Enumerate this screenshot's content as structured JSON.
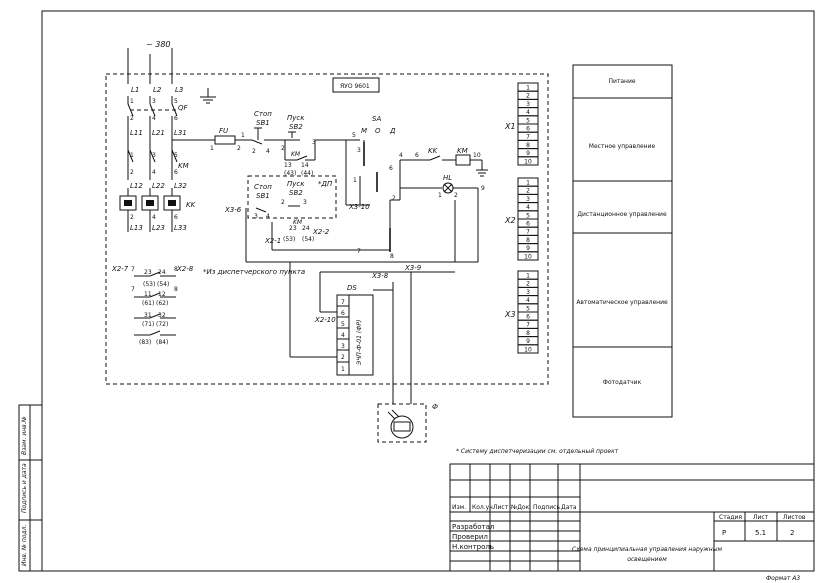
{
  "supply": "~ 380",
  "phases": {
    "l1": "L1",
    "l2": "L2",
    "l3": "L3",
    "l11": "L11",
    "l21": "L21",
    "l31": "L31",
    "l12": "L12",
    "l22": "L22",
    "l32": "L32",
    "l13": "L13",
    "l23": "L23",
    "l33": "L33"
  },
  "labels": {
    "qf": "QF",
    "km": "KM",
    "kk": "KK",
    "fu": "FU",
    "sa": "SA",
    "stop": "Стоп",
    "start": "Пуск",
    "sb1": "SB1",
    "sb2": "SB2",
    "dp": "*ДП",
    "ds": "DS",
    "hl": "HL",
    "phi": "Ф",
    "mode_m": "М",
    "mode_o": "О",
    "mode_d": "Д",
    "ryo": "ЯУО 9601",
    "ds_device": "ЭЧП-Ф-01 (ФР)",
    "from_dispatch": "*Из диспетчерского пункта",
    "note": "* Систему диспетчеризации см. отдельный проект"
  },
  "wires": {
    "n1": "1",
    "n2": "2",
    "n3": "3",
    "n4": "4",
    "n5": "5",
    "n6": "6",
    "n7": "7",
    "n8": "8",
    "n9": "9",
    "n10": "10",
    "n11": "11",
    "n12": "12",
    "n13": "13",
    "n14": "14",
    "n23": "23",
    "n24": "24",
    "n31": "31",
    "n32": "32",
    "p43": "(43)",
    "p44": "(44)",
    "p53": "(53)",
    "p54": "(54)",
    "p61": "(61)",
    "p62": "(62)",
    "p71": "(71)",
    "p72": "(72)",
    "p83": "(83)",
    "p84": "(84)"
  },
  "connectors": {
    "x2_1": "X2-1",
    "x2_2": "X2-2",
    "x2_10": "X2-10",
    "x3_6": "X3-6",
    "x3_8": "X3-8",
    "x3_9": "X3-9",
    "x3_10": "X3-10",
    "x2_7": "X2-7",
    "x2_8": "X2-8"
  },
  "terminals": {
    "x1": "X1",
    "x2": "X2",
    "x3": "X3",
    "numbers": [
      "1",
      "2",
      "3",
      "4",
      "5",
      "6",
      "7",
      "8",
      "9",
      "10"
    ]
  },
  "sections": [
    {
      "label": "Питание"
    },
    {
      "label": "Местное управление"
    },
    {
      "label": "Дистанционное управление"
    },
    {
      "label": "Автоматическое управление"
    },
    {
      "label": "Фотодатчик"
    }
  ],
  "side_stamp": {
    "inv": "Инв. № подл.",
    "sign": "Подпись и дата",
    "inv_dup": "Взам. инв.№"
  },
  "title_block": {
    "headers": [
      "Изм.",
      "Кол.уч.",
      "Лист",
      "№Док.",
      "Подпись",
      "Дата"
    ],
    "roles": [
      "Разработал",
      "Проверил",
      "Н.контроль"
    ],
    "stage_h": "Стадия",
    "sheet_h": "Лист",
    "sheets_h": "Листов",
    "stage": "Р",
    "sheet": "5.1",
    "sheets": "2",
    "title": "Схема принципиальная управления наружным освещением",
    "format": "Формат А3"
  }
}
